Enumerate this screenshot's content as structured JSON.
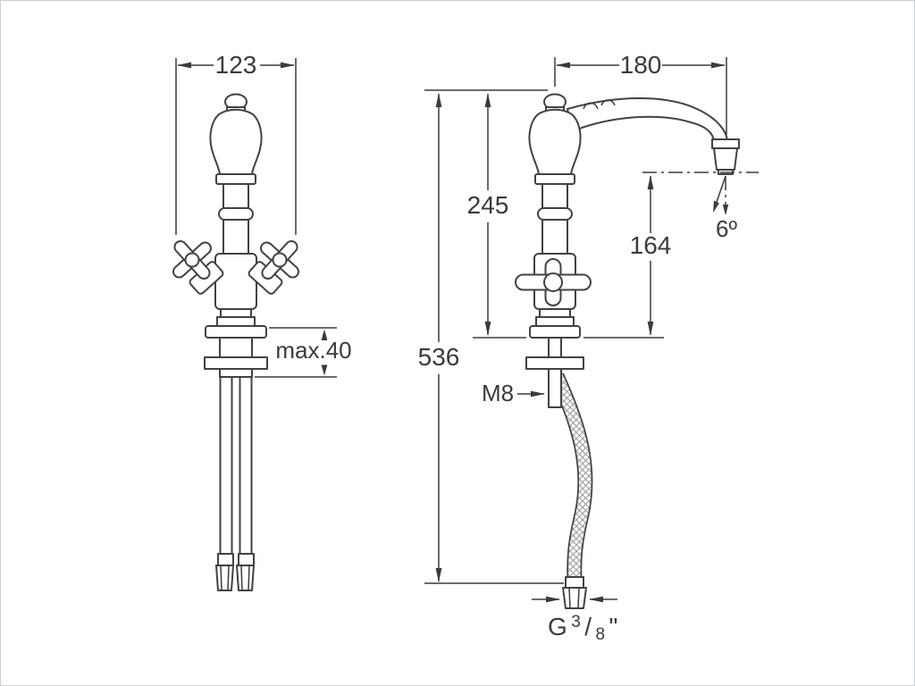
{
  "drawing": {
    "title": "faucet-technical-drawing",
    "background": "#ffffff",
    "line_color": "#3b3b3b"
  },
  "dimensions": {
    "front_width": "123",
    "max_deck_thickness": "max.40",
    "spout_reach": "180",
    "height_to_top": "245",
    "outlet_height": "164",
    "total_height": "536",
    "outlet_angle": "6º",
    "supply_thread": "M8",
    "hose_thread": {
      "prefix": "G",
      "numerator": "3",
      "slash": "/",
      "denominator": "8",
      "quote": "\""
    }
  }
}
